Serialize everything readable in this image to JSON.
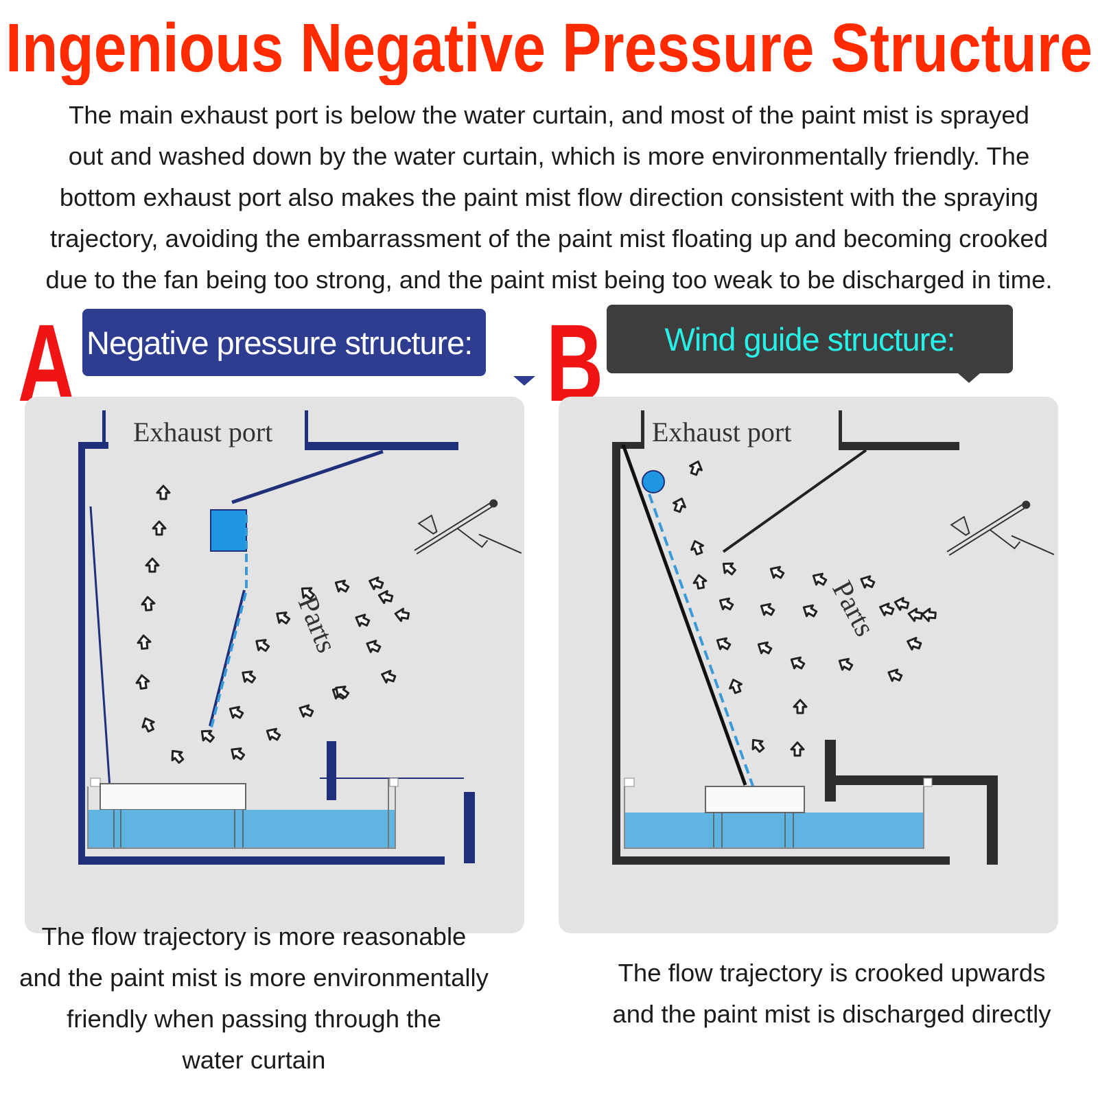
{
  "header": {
    "title": "Ingenious Negative Pressure Structure",
    "title_color": "#ff2a00",
    "title_outline": "#ffffff",
    "intro": "The main exhaust port is below the water curtain, and most of the paint mist is sprayed\nout and washed down by the water curtain, which is more environmentally friendly. The\nbottom exhaust port also makes the paint mist flow direction consistent with the spraying\ntrajectory, avoiding the embarrassment of the paint mist floating up and becoming crooked\ndue to the fan being too strong, and the paint mist being too weak to be discharged in time."
  },
  "panel_a": {
    "letter": "A",
    "label": "Negative pressure structure:",
    "label_bg": "#2e3d8f",
    "label_color": "#ffffff",
    "wall_color": "#1f2f7a",
    "exhaust_label": "Exhaust port",
    "parts_label": "Parts",
    "caption": "The flow trajectory is more reasonable\nand the paint mist is more environmentally\nfriendly when passing through the\nwater curtain"
  },
  "panel_b": {
    "letter": "B",
    "label": "Wind guide structure:",
    "label_bg": "#3d3d3d",
    "label_color": "#29f0e6",
    "wall_color": "#2e2e2e",
    "exhaust_label": "Exhaust port",
    "parts_label": "Parts",
    "caption": "The flow trajectory is crooked upwards\nand the paint mist is discharged directly"
  },
  "colors": {
    "water": "#5fb4e2",
    "pump": "#1e96e0",
    "letter": "#f01414"
  },
  "icons": {
    "airflow": "arrow-up-icon",
    "spray_gun": "spray-gun-icon"
  }
}
